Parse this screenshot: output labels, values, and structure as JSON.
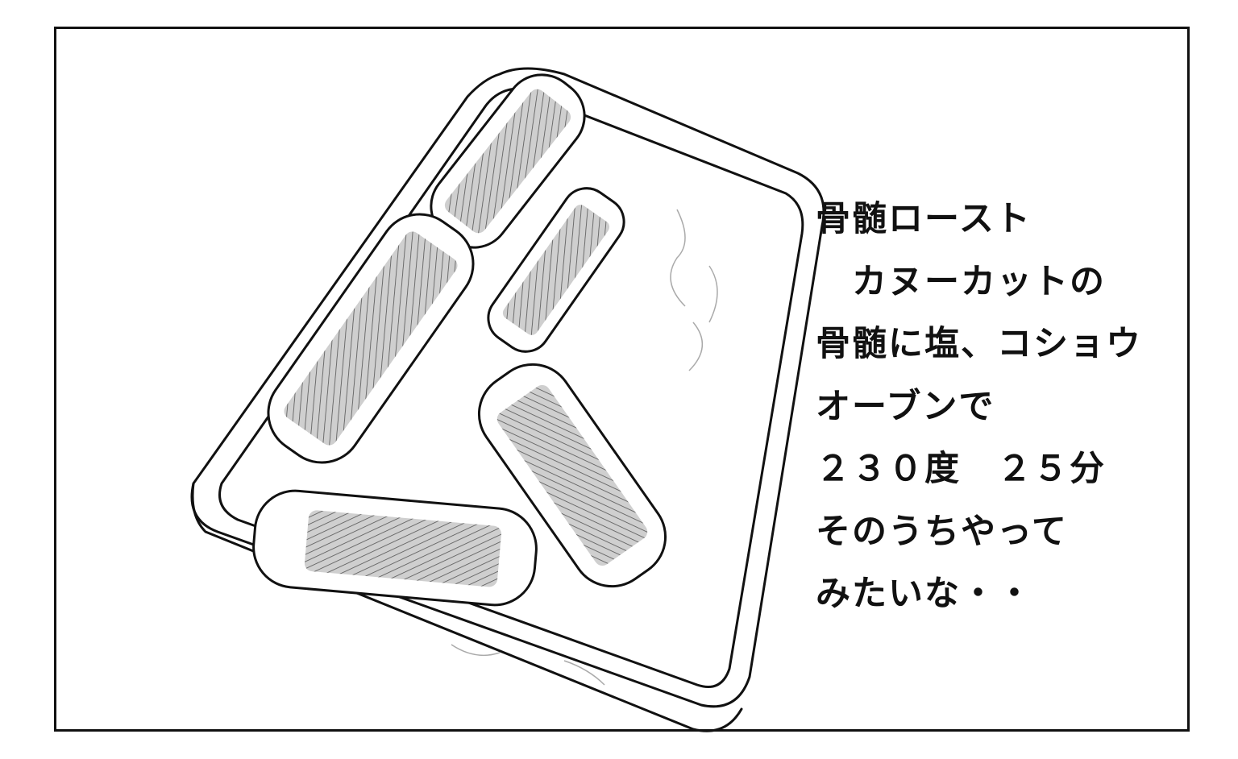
{
  "caption": {
    "lines": [
      "骨髄ロースト",
      "　カヌーカットの",
      "骨髄に塩、コショウ",
      "オーブンで",
      "２３０度　２５分",
      "そのうちやって",
      "みたいな・・"
    ]
  },
  "illustration": {
    "subject-icon": "roasting-tray-with-canoe-cut-bone-marrow"
  }
}
